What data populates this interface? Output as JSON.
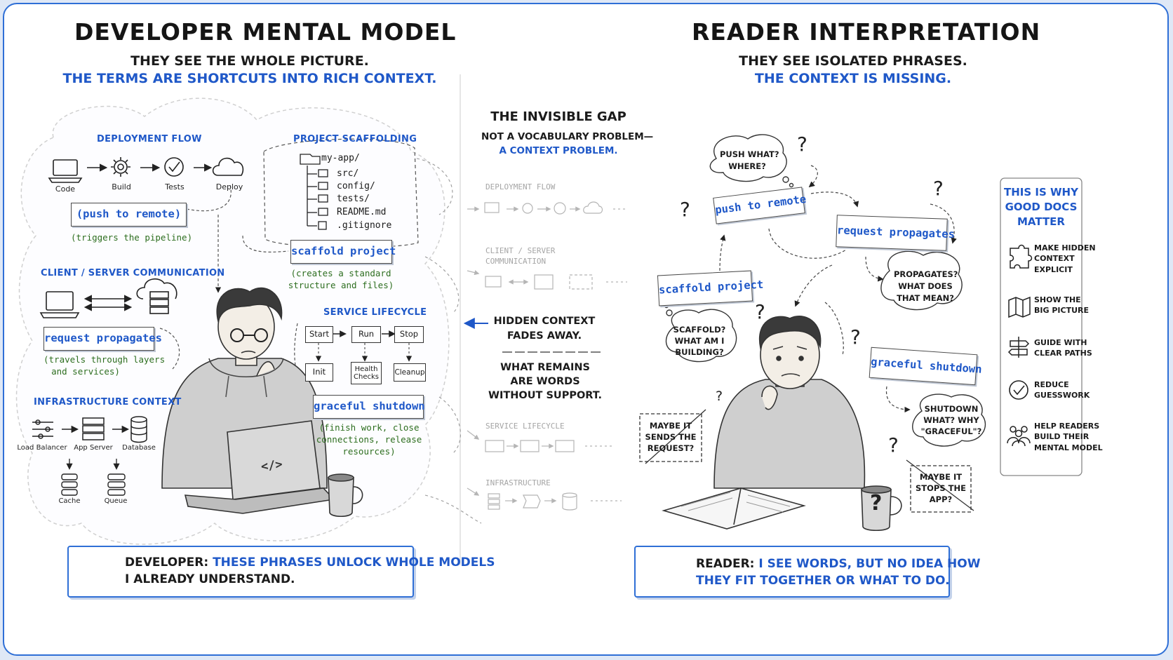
{
  "developer": {
    "title": "DEVELOPER MENTAL MODEL",
    "subtitle_1": "THEY SEE THE WHOLE PICTURE.",
    "subtitle_2": "THE TERMS ARE SHORTCUTS INTO RICH CONTEXT.",
    "deployment": {
      "heading": "DEPLOYMENT FLOW",
      "steps": [
        "Code",
        "Build",
        "Tests",
        "Deploy"
      ],
      "phrase": "(push to remote)",
      "caption": "(triggers the pipeline)"
    },
    "scaffolding": {
      "heading": "PROJECT SCAFFOLDING",
      "tree": [
        "my-app/",
        "src/",
        "config/",
        "tests/",
        "README.md",
        ".gitignore"
      ],
      "phrase": "scaffold project",
      "caption_1": "(creates a standard",
      "caption_2": "structure and files)"
    },
    "client_server": {
      "heading": "CLIENT / SERVER COMMUNICATION",
      "phrase": "request propagates",
      "caption_1": "(travels through layers",
      "caption_2": "and services)"
    },
    "lifecycle": {
      "heading": "SERVICE LIFECYCLE",
      "top": [
        "Start",
        "Run",
        "Stop"
      ],
      "bottom": [
        "Init",
        "Health Checks",
        "Cleanup"
      ],
      "phrase": "graceful shutdown",
      "caption_1": "(finish work, close",
      "caption_2": "connections, release",
      "caption_3": "resources)"
    },
    "infrastructure": {
      "heading": "INFRASTRUCTURE CONTEXT",
      "nodes": [
        "Load Balancer",
        "App Server",
        "Database",
        "Cache",
        "Queue"
      ]
    },
    "laptop_code": "</>",
    "footer_label": "DEVELOPER:",
    "footer_text_1": "THESE PHRASES UNLOCK WHOLE MODELS",
    "footer_text_2": "I ALREADY UNDERSTAND."
  },
  "gap": {
    "title": "THE INVISIBLE GAP",
    "line_1": "NOT A VOCABULARY PROBLEM—",
    "line_2": "A CONTEXT PROBLEM.",
    "ghost_labels": [
      "DEPLOYMENT FLOW",
      "CLIENT / SERVER",
      "COMMUNICATION",
      "SERVICE LIFECYCLE",
      "INFRASTRUCTURE"
    ],
    "hidden_1": "HIDDEN CONTEXT",
    "hidden_2": "FADES AWAY.",
    "remains_1": "WHAT REMAINS",
    "remains_2": "ARE WORDS",
    "remains_3": "WITHOUT SUPPORT."
  },
  "reader": {
    "title": "READER INTERPRETATION",
    "subtitle_1": "THEY SEE ISOLATED PHRASES.",
    "subtitle_2": "THE CONTEXT IS MISSING.",
    "phrases": {
      "push": "push to remote",
      "request": "request propagates",
      "scaffold": "scaffold project",
      "graceful": "graceful shutdown"
    },
    "bubbles": {
      "push_1": "PUSH WHAT?",
      "push_2": "WHERE?",
      "prop_1": "PROPAGATES?",
      "prop_2": "WHAT DOES",
      "prop_3": "THAT MEAN?",
      "scaf_1": "SCAFFOLD?",
      "scaf_2": "WHAT AM I",
      "scaf_3": "BUILDING?",
      "shut_1": "SHUTDOWN",
      "shut_2": "WHAT? WHY",
      "shut_3": "\"GRACEFUL\"?"
    },
    "guesses": {
      "g1_1": "MAYBE IT",
      "g1_2": "SENDS THE",
      "g1_3": "REQUEST?",
      "g2_1": "MAYBE IT",
      "g2_2": "STOPS THE",
      "g2_3": "APP?"
    },
    "question_mark": "?",
    "footer_label": "READER:",
    "footer_text_1": "I SEE WORDS, BUT NO IDEA HOW",
    "footer_text_2": "THEY FIT TOGETHER OR WHAT TO DO."
  },
  "why": {
    "title_1": "THIS IS WHY",
    "title_2": "GOOD DOCS",
    "title_3": "MATTER",
    "items": [
      {
        "l1": "MAKE HIDDEN",
        "l2": "CONTEXT",
        "l3": "EXPLICIT"
      },
      {
        "l1": "SHOW THE",
        "l2": "BIG PICTURE",
        "l3": ""
      },
      {
        "l1": "GUIDE WITH",
        "l2": "CLEAR PATHS",
        "l3": ""
      },
      {
        "l1": "REDUCE",
        "l2": "GUESSWORK",
        "l3": ""
      },
      {
        "l1": "HELP READERS",
        "l2": "BUILD THEIR",
        "l3": "MENTAL MODEL"
      }
    ]
  },
  "colors": {
    "accent": "#1f58c8",
    "caption_green": "#2d6e1f",
    "frame": "#2f6fd6",
    "ink": "#1b1b1b"
  }
}
